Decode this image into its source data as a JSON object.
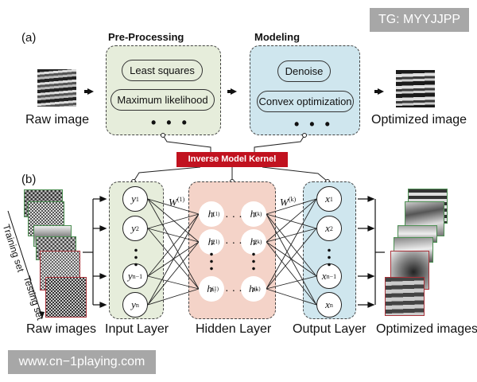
{
  "watermarks": {
    "top_right": "TG: MYYJJPP",
    "bottom_left": "www.cn−1playing.com"
  },
  "panel_a": {
    "label": "(a)",
    "raw_caption": "Raw image",
    "optimized_caption": "Optimized image",
    "preprocessing": {
      "title": "Pre-Processing",
      "items": [
        "Least squares",
        "Maximum likelihood"
      ],
      "ellipsis": "• • •"
    },
    "modeling": {
      "title": "Modeling",
      "items": [
        "Denoise",
        "Convex optimization"
      ],
      "ellipsis": "• • •"
    }
  },
  "kernel": {
    "label": "Inverse Model Kernel",
    "color": "#c1121f"
  },
  "panel_b": {
    "label": "(b)",
    "training_label": "Training set",
    "testing_label": "Testing set",
    "captions": {
      "raw": "Raw images",
      "input": "Input Layer",
      "hidden": "Hidden Layer",
      "output": "Output Layer",
      "optimized": "Optimized images"
    },
    "weights": {
      "first": "W",
      "first_sup": "(1)",
      "last": "W",
      "last_sup": "(k)"
    },
    "input_nodes": [
      {
        "base": "y",
        "sub": "1"
      },
      {
        "base": "y",
        "sub": "2"
      },
      {
        "base": "y",
        "sub": "n−1"
      },
      {
        "base": "y",
        "sub": "n"
      }
    ],
    "hidden_first": [
      {
        "base": "h",
        "sub": "1",
        "sup": "(1)"
      },
      {
        "base": "h",
        "sub": "2",
        "sup": "(1)"
      },
      {
        "base": "h",
        "sub": "n₁",
        "sup": "(1)"
      }
    ],
    "hidden_last": [
      {
        "base": "h",
        "sub": "1",
        "sup": "(k)"
      },
      {
        "base": "h",
        "sub": "2",
        "sup": "(k)"
      },
      {
        "base": "h",
        "sub": "nₖ",
        "sup": "(k)"
      }
    ],
    "output_nodes": [
      {
        "base": "x",
        "sub": "1"
      },
      {
        "base": "x",
        "sub": "2"
      },
      {
        "base": "x",
        "sub": "n−1"
      },
      {
        "base": "x",
        "sub": "n"
      }
    ],
    "colors": {
      "input_fill": "#e6eddb",
      "hidden_fill": "#f4d3c8",
      "output_fill": "#cfe6ee",
      "training_border": "#4c8f52",
      "testing_border": "#a8333a"
    }
  }
}
